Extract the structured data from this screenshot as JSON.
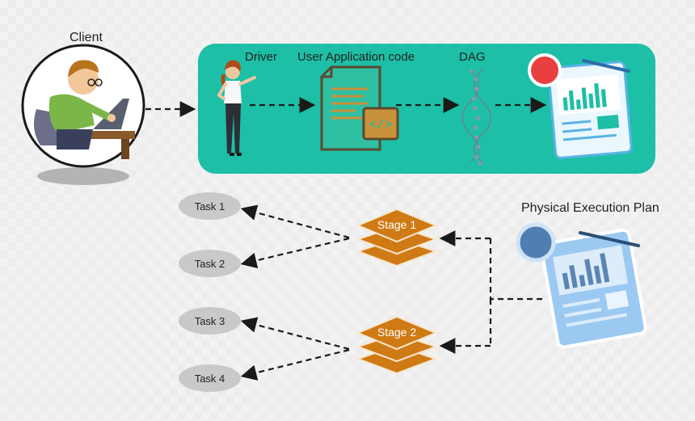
{
  "client": {
    "label": "Client"
  },
  "pipeline": {
    "driver_label": "Driver",
    "code_label": "User Application code",
    "dag_label": "DAG"
  },
  "plan": {
    "label": "Physical Execution Plan"
  },
  "stages": [
    {
      "label": "Stage 1"
    },
    {
      "label": "Stage 2"
    }
  ],
  "tasks": [
    {
      "label": "Task 1"
    },
    {
      "label": "Task 2"
    },
    {
      "label": "Task 3"
    },
    {
      "label": "Task 4"
    }
  ],
  "colors": {
    "panel": "#1dbfa6",
    "stage": "#cf7a14",
    "task": "#c9c9c9",
    "arrow": "#1a1a1a",
    "document": "#9cc9f2"
  }
}
